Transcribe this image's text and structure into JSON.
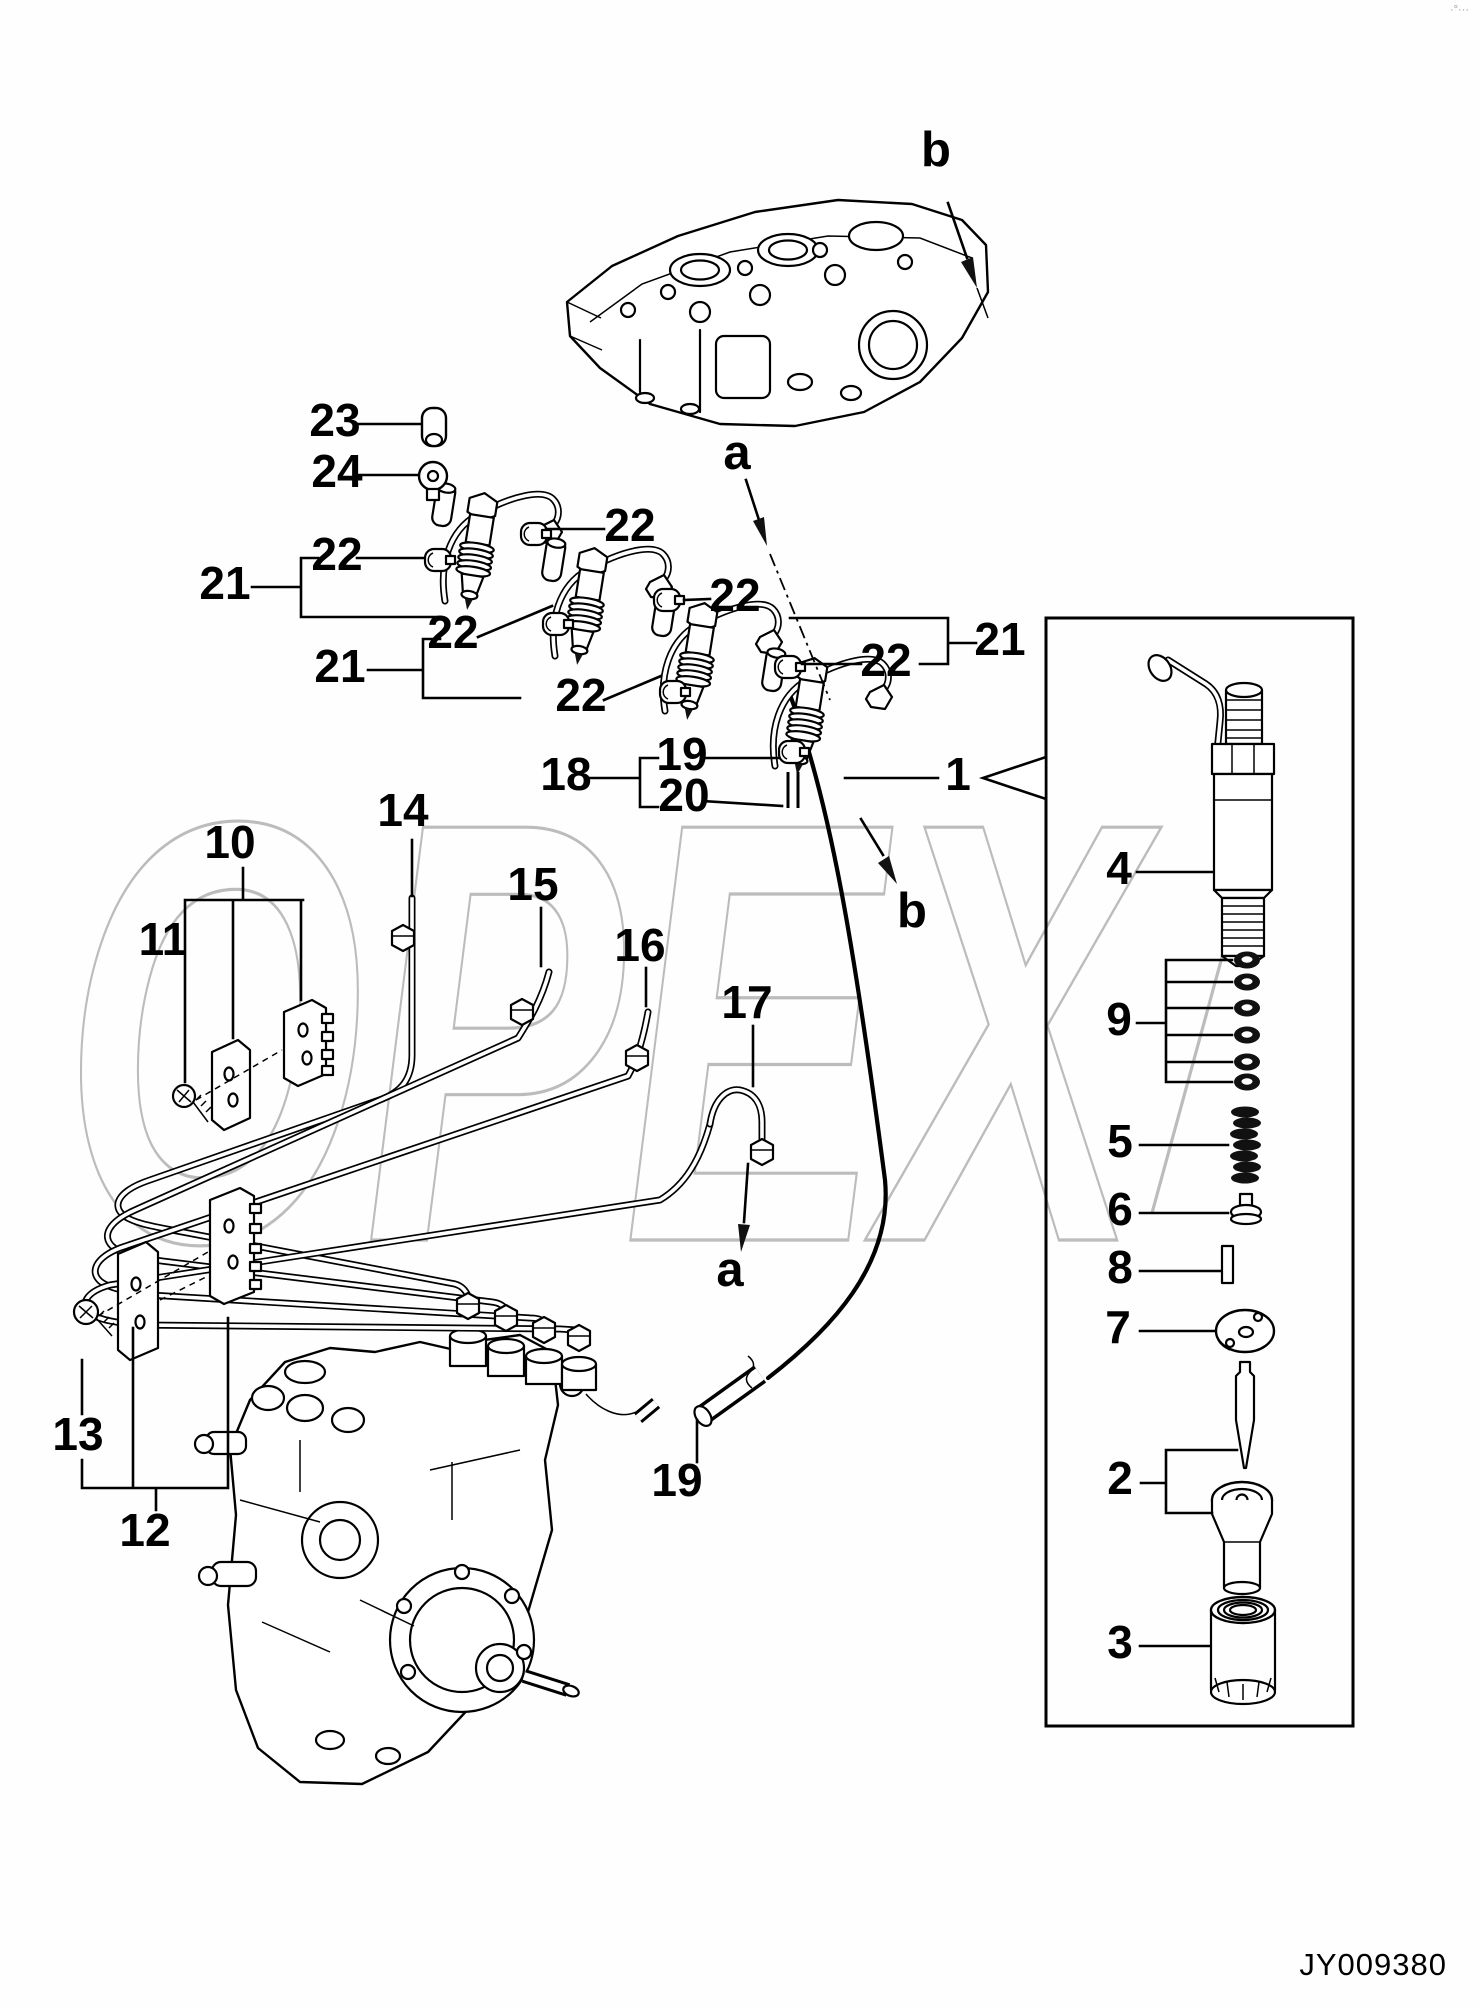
{
  "figure": {
    "id": "JY009380"
  },
  "corner_artifact": "·°···",
  "flow_labels": {
    "b_top": "b",
    "a_top": "a",
    "b_bottom": "b",
    "a_bottom": "a"
  },
  "callouts": {
    "c23": "23",
    "c24": "24",
    "c22_1": "22",
    "c21_1": "21",
    "c22_2": "22",
    "c22_3": "22",
    "c21_2": "21",
    "c22_4": "22",
    "c22_5": "22",
    "c22_6": "22",
    "c21_3": "21",
    "c18": "18",
    "c19_top": "19",
    "c20": "20",
    "c1": "1",
    "c14": "14",
    "c10": "10",
    "c11": "11",
    "c15": "15",
    "c16": "16",
    "c17": "17",
    "c13": "13",
    "c12": "12",
    "c19_bottom": "19",
    "c4": "4",
    "c9": "9",
    "c5": "5",
    "c6": "6",
    "c8": "8",
    "c7": "7",
    "c2": "2",
    "c3": "3"
  }
}
